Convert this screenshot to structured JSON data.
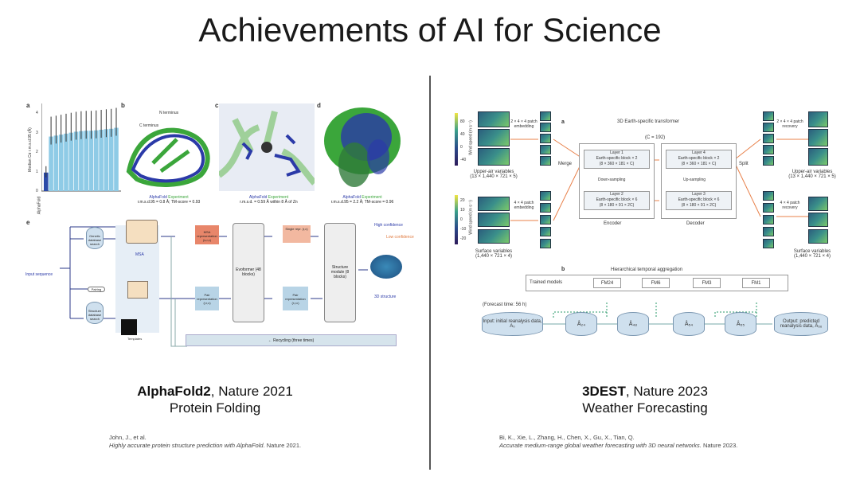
{
  "slide": {
    "title": "Achievements of AI for Science"
  },
  "left": {
    "caption_bold": "AlphaFold2",
    "caption_rest": ", Nature 2021",
    "subtitle": "Protein Folding",
    "ref_authors": "John, J., et al.",
    "ref_title": "Highly accurate protein structure prediction with AlphaFold.",
    "ref_venue": " Nature 2021.",
    "figure": {
      "panel_labels": [
        "a",
        "b",
        "c",
        "d",
        "e"
      ],
      "bar_ylabel": "Median Cα r.m.s.d.95 (Å)",
      "bar_yticks": [
        "0",
        "1",
        "2",
        "3",
        "4"
      ],
      "bar_values": [
        0.95,
        2.8,
        2.85,
        2.9,
        2.95,
        3.0,
        3.05,
        3.08,
        3.1,
        3.1,
        3.12,
        3.15,
        3.18,
        3.2,
        3.25
      ],
      "bar_first_label": "AlphaFold",
      "b_labels": {
        "n": "N terminus",
        "c": "C terminus"
      },
      "legend_af": "AlphaFold",
      "legend_exp": "Experiment",
      "b_metric": "r.m.s.d.95 = 0.8 Å; TM-score = 0.93",
      "c_metric": "r.m.s.d. = 0.59 Å within 8 Å of Zn",
      "d_metric": "r.m.s.d.95 = 2.2 Å; TM-score = 0.96",
      "e": {
        "input": "Input sequence",
        "genetic": "Genetic database search",
        "pairing": "Pairing",
        "structure_db": "Structure database search",
        "msa": "MSA",
        "templates": "Templates",
        "msa_rep": "MSA representation (s,r,c)",
        "pair_rep": "Pair representation (r,r,c)",
        "evoformer": "Evoformer (48 blocks)",
        "single_rep": "Single repr. (r,c)",
        "pair_rep2": "Pair representation (r,r,c)",
        "structure_module": "Structure module (8 blocks)",
        "high_conf": "High confidence",
        "low_conf": "Low confidence",
        "structure3d": "3D structure",
        "recycling": "← Recycling (three times)"
      }
    }
  },
  "right": {
    "caption_bold": "3DEST",
    "caption_rest": ", Nature 2023",
    "subtitle": "Weather Forecasting",
    "ref_authors": "Bi, K., Xie, L., Zhang, H., Chen, X., Gu, X., Tian, Q.",
    "ref_title": "Accurate medium-range global weather forecasting with 3D neural networks.",
    "ref_venue": " Nature 2023.",
    "figure": {
      "a": "a",
      "b": "b",
      "title": "3D Earth-specific transformer",
      "c_value": "(C = 192)",
      "upper_ticks": [
        "80",
        "40",
        "0",
        "-40"
      ],
      "surface_ticks": [
        "20",
        "10",
        "0",
        "-10",
        "-20"
      ],
      "wind_label": "Wind speed (m s⁻¹)",
      "upper_embed": "2 × 4 × 4 patch embedding",
      "surface_embed": "4 × 4 patch embedding",
      "upper_recovery": "2 × 4 × 4 patch recovery",
      "surface_recovery": "4 × 4 patch recovery",
      "upper_vars": "Upper-air variables",
      "upper_dims": "(13 × 1,440 × 721 × 5)",
      "surface_vars": "Surface variables",
      "surface_dims": "(1,440 × 721 × 4)",
      "merge": "Merge",
      "split": "Split",
      "layer1": [
        "Layer 1",
        "Earth-specific block × 2",
        "(8 × 360 × 181 × C)"
      ],
      "layer2": [
        "Layer 2",
        "Earth-specific block × 6",
        "(8 × 180 × 91 × 2C)"
      ],
      "layer3": [
        "Layer 3",
        "Earth-specific block × 6",
        "(8 × 180 × 91 × 2C)"
      ],
      "layer4": [
        "Layer 4",
        "Earth-specific block × 2",
        "(8 × 360 × 181 × C)"
      ],
      "down": "Down-sampling",
      "up": "Up-sampling",
      "encoder": "Encoder",
      "decoder": "Decoder",
      "hta": "Hierarchical temporal aggregation",
      "trained": "Trained models",
      "models": [
        "FM24",
        "FM6",
        "FM3",
        "FM1"
      ],
      "forecast_time": "(Forecast time: 56 h)",
      "input": "Input: initial reanalysis data, A₀",
      "steps": [
        "Â₂₄",
        "Â₄₈",
        "Â₅₄",
        "Â₅₅"
      ],
      "output": "Output: predicted reanalysis data, Â₅₆"
    }
  }
}
